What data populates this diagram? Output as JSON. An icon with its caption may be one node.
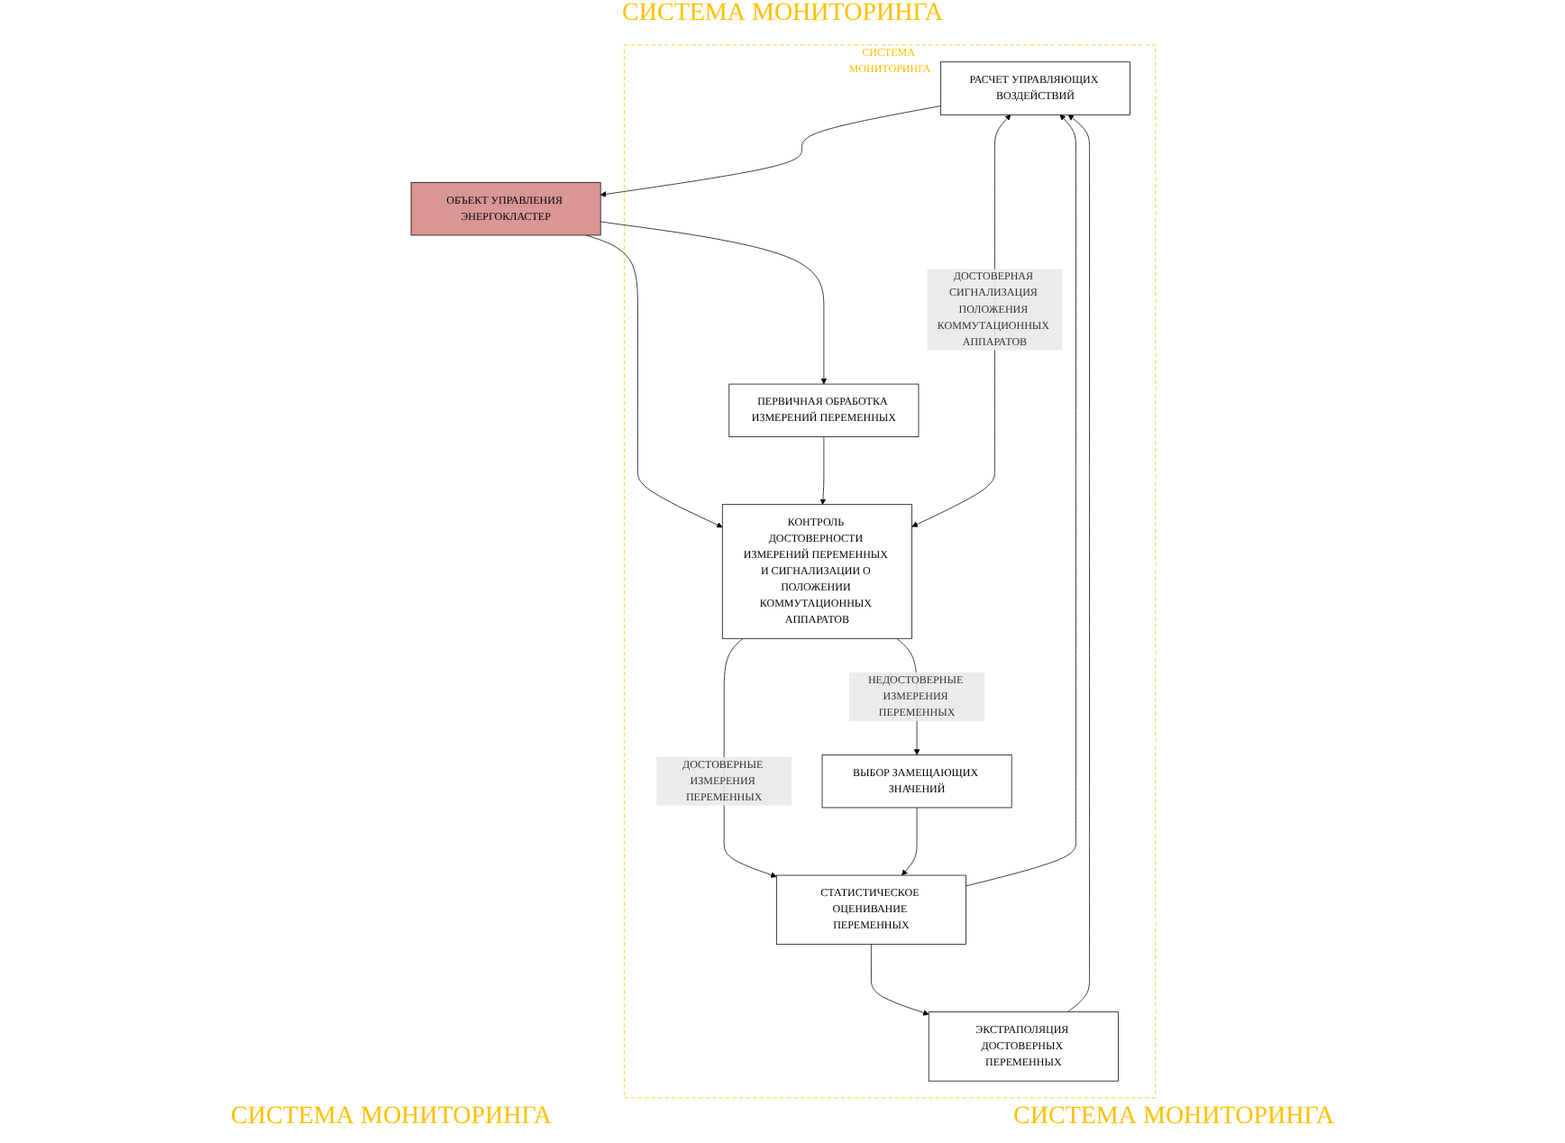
{
  "diagram": {
    "nodes": [
      {
        "text": [
          "СИСТЕМА МОНИТОРИНГА"
        ]
      },
      {
        "text": [
          "ОБЪЕКТ УПРАВЛЕНИЯ ЭНЕРГОКЛАСТЕР"
        ]
      },
      {
        "text": [
          "РАСЧЕТ УПРАВЛЯЮЩИХ ВОЗДЕЙСТВИЙ"
        ],
        "in": 0
      },
      {
        "text": [
          "ПЕРВИЧНАЯ ОБРАБОТКА ИЗМЕРЕНИЙ ПЕРЕМЕННЫХ"
        ],
        "in": 0
      },
      {
        "text": [
          "ЭКСТРАПОЛЯЦИЯ ДОСТОВЕРНЫХ ПЕРЕМЕННЫХ"
        ],
        "in": 0
      },
      {
        "text": [
          "СТАТИСТИЧЕСКОЕ ОЦЕНИВАНИЕ ПЕРЕМЕННЫХ"
        ],
        "in": 0
      },
      {
        "text": [
          "ВЫБОР ЗАМЕЩАЮЩИХ ЗНАЧЕНИЙ"
        ],
        "in": 0
      },
      {
        "text": [
          "КОНТРОЛЬ ДОСТОВЕРНОСТИ ИЗМЕРЕНИЙ ПЕРЕМЕННЫХ И СИГНАЛИЗАЦИИ О ПОЛОЖЕНИИ КОММУТАЦИОННЫХ АППАРАТОВ"
        ],
        "in": 0
      }
    ],
    "edges": [
      {
        "from": 2,
        "to": 1,
        "arrow": "to"
      },
      {
        "from": 1,
        "to": 3,
        "arrow": "to"
      },
      {
        "from": 1,
        "to": 7,
        "arrow": "to"
      },
      {
        "from": 3,
        "to": 7,
        "arrow": "to"
      },
      {
        "from": 4,
        "to": 2,
        "arrow": "to"
      },
      {
        "from": 5,
        "to": 2,
        "arrow": "to"
      },
      {
        "from": 5,
        "to": 4,
        "arrow": "to"
      },
      {
        "from": 7,
        "to": 5,
        "arrow": "to",
        "label": "ДОСТОВЕРНЫЕ ИЗМЕРЕНИЯ ПЕРЕМЕННЫХ"
      },
      {
        "from": 7,
        "to": 6,
        "arrow": "to",
        "label": "НЕДОСТОВЕРНЫЕ ИЗМЕРЕНИЯ ПЕРЕМЕННЫХ"
      },
      {
        "from": 6,
        "to": 5,
        "arrow": "to"
      },
      {
        "from": 7,
        "to": 2,
        "arrow": "both",
        "label": "ДОСТОВЕРНАЯ СИГНАЛИЗАЦИЯ ПОЛОЖЕНИЯ КОММУТАЦИОННЫХ АППАРАТОВ"
      }
    ],
    "labels": [
      "СИСТЕМА МОНИТОРИНГА",
      "СИСТЕМА МОНИТОРИНГА",
      "СИСТЕМА МОНИТОРИНГА"
    ]
  }
}
